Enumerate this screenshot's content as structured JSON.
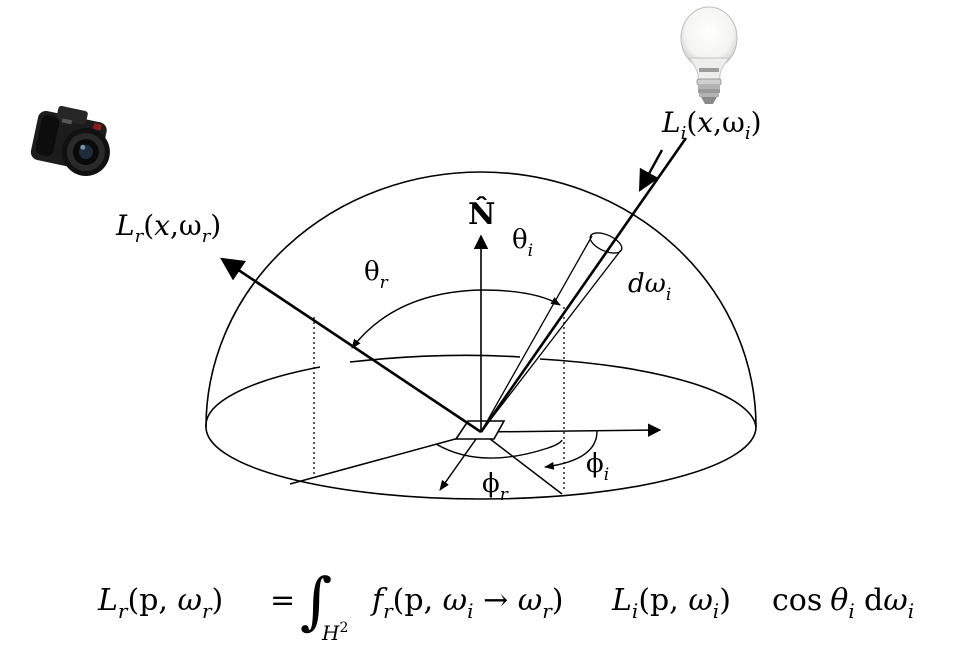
{
  "diagram": {
    "labels": {
      "normal": "N̂",
      "outgoing_radiance": {
        "main": "L",
        "sub": "r",
        "args_open": "(",
        "x": "x",
        "comma": ",",
        "omega": "ω",
        "omega_sub": "r",
        "args_close": ")"
      },
      "incoming_radiance": {
        "main": "L",
        "sub": "i",
        "args_open": "(",
        "x": "x",
        "comma": ",",
        "omega": "ω",
        "omega_sub": "i",
        "args_close": ")"
      },
      "theta_r": {
        "sym": "θ",
        "sub": "r"
      },
      "theta_i": {
        "sym": "θ",
        "sub": "i"
      },
      "phi_r": {
        "sym": "ϕ",
        "sub": "r"
      },
      "phi_i": {
        "sym": "ϕ",
        "sub": "i"
      },
      "solid_angle": {
        "sym": "dω",
        "sub": "i"
      }
    },
    "icons": [
      "camera-icon",
      "light-bulb-icon"
    ]
  },
  "equation": {
    "lhs": {
      "L": "L",
      "sub": "r",
      "open": "(p, ",
      "omega": "ω",
      "omega_sub": "r",
      "close": ")"
    },
    "equals": "=",
    "integral": "∫",
    "domain": {
      "H": "H",
      "sup": "2"
    },
    "brdf": {
      "f": "f",
      "sub": "r",
      "open": "(p, ",
      "w1": "ω",
      "w1_sub": "i",
      "arrow": " → ",
      "w2": "ω",
      "w2_sub": "r",
      "close": ")"
    },
    "incident": {
      "L": "L",
      "sub": "i",
      "open": "(p, ",
      "omega": "ω",
      "omega_sub": "i",
      "close": ")"
    },
    "cos": "cos",
    "theta": "θ",
    "theta_sub": "i",
    "d": "d",
    "omega_end": "ω",
    "omega_end_sub": "i"
  }
}
